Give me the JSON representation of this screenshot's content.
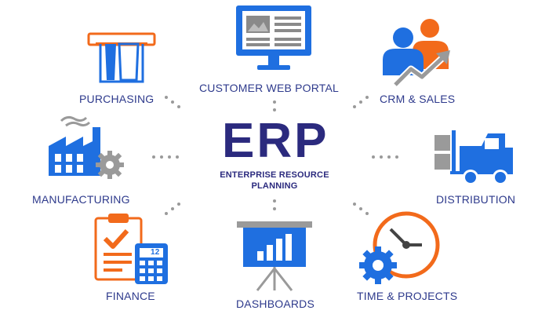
{
  "center": {
    "title": "ERP",
    "subtitle_line1": "ENTERPRISE RESOURCE",
    "subtitle_line2": "PLANNING"
  },
  "modules": {
    "customer_web_portal": "CUSTOMER WEB PORTAL",
    "purchasing": "PURCHASING",
    "crm_sales": "CRM & SALES",
    "manufacturing": "MANUFACTURING",
    "distribution": "DISTRIBUTION",
    "finance": "FINANCE",
    "dashboards": "DASHBOARDS",
    "time_projects": "TIME & PROJECTS"
  },
  "calculator_display": "12",
  "colors": {
    "blue": "#1f6fe0",
    "orange": "#f26a1b",
    "navy": "#2b2a7e",
    "grey": "#9a9a9a"
  }
}
